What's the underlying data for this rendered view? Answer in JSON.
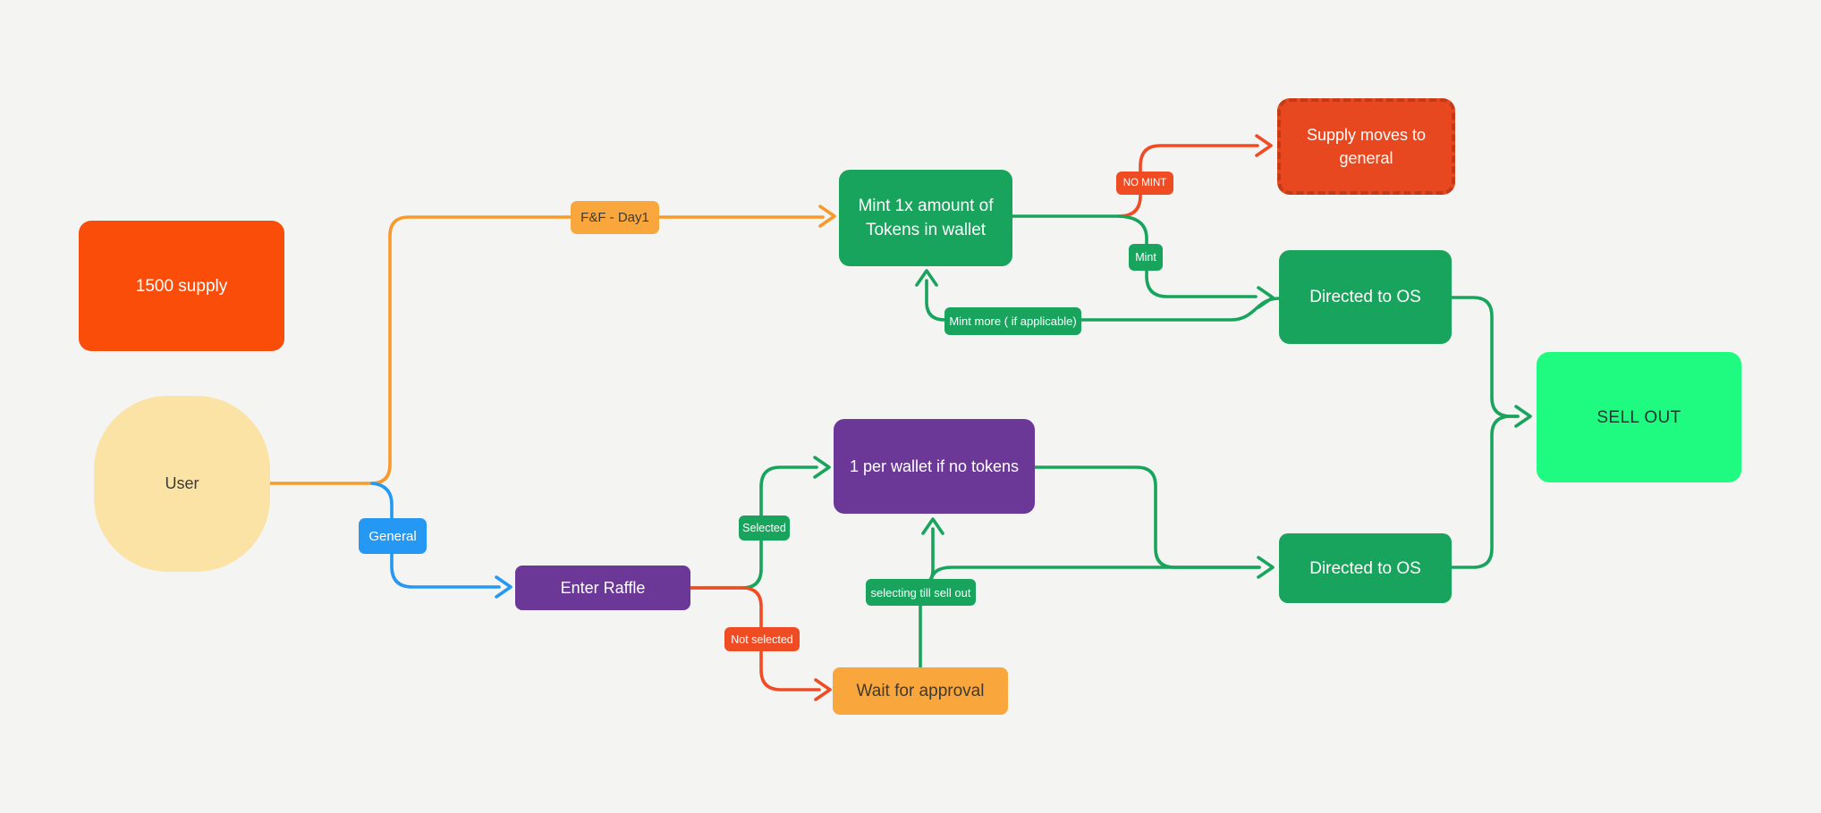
{
  "diagram": {
    "type": "flowchart",
    "background": "#F4F4F2"
  },
  "palette": {
    "background": "#F4F4F2",
    "orange_red": "#FB4D0A",
    "red": "#F04C24",
    "dashed_fill": "#E8481F",
    "dashed_border": "#C23A17",
    "amber": "#F9A63C",
    "orange_line": "#F8992B",
    "blue": "#2498F2",
    "green": "#18A45C",
    "bright_green": "#1FFA81",
    "purple": "#6B3897",
    "cream": "#FBE3A6",
    "text_dark": "#3E3A33",
    "text_light": "#FFFFFF",
    "sellout_text": "#1C3B2F"
  },
  "nodes": [
    {
      "id": "supply-1500",
      "label": "1500 supply",
      "shape": "rectangle",
      "color": "#FB4D0A"
    },
    {
      "id": "user",
      "label": "User",
      "shape": "circle",
      "color": "#FBE3A6"
    },
    {
      "id": "mint-1x",
      "label": "Mint 1x amount of Tokens in wallet",
      "shape": "rectangle",
      "color": "#18A45C"
    },
    {
      "id": "supply-moves-to-general",
      "label": "Supply moves to general",
      "shape": "rectangle-dashed",
      "color": "#E8481F"
    },
    {
      "id": "directed-to-os-top",
      "label": "Directed to OS",
      "shape": "rectangle",
      "color": "#18A45C"
    },
    {
      "id": "one-per-wallet",
      "label": "1 per wallet if no tokens",
      "shape": "rectangle",
      "color": "#6B3897"
    },
    {
      "id": "enter-raffle",
      "label": "Enter Raffle",
      "shape": "rectangle",
      "color": "#6B3897"
    },
    {
      "id": "wait-for-approval",
      "label": "Wait for approval",
      "shape": "rectangle",
      "color": "#F9A63C"
    },
    {
      "id": "directed-to-os-bottom",
      "label": "Directed to OS",
      "shape": "rectangle",
      "color": "#18A45C"
    },
    {
      "id": "sell-out",
      "label": "SELL OUT",
      "shape": "rectangle",
      "color": "#1FFA81"
    }
  ],
  "edges": [
    {
      "from": "user",
      "to": "mint-1x",
      "label": "F&F - Day1",
      "color": "orange"
    },
    {
      "from": "user",
      "to": "enter-raffle",
      "label": "General",
      "color": "blue"
    },
    {
      "from": "mint-1x",
      "to": "supply-moves-to-general",
      "label": "NO MINT",
      "color": "red"
    },
    {
      "from": "mint-1x",
      "to": "directed-to-os-top",
      "label": "Mint",
      "color": "green"
    },
    {
      "from": "directed-to-os-top",
      "to": "mint-1x",
      "label": "Mint more ( if applicable)",
      "color": "green"
    },
    {
      "from": "enter-raffle",
      "to": "one-per-wallet",
      "label": "Selected",
      "color": "green"
    },
    {
      "from": "enter-raffle",
      "to": "wait-for-approval",
      "label": "Not selected",
      "color": "red"
    },
    {
      "from": "wait-for-approval",
      "to": "one-per-wallet",
      "label": "selecting till sell out",
      "color": "green"
    },
    {
      "from": "one-per-wallet",
      "to": "directed-to-os-bottom",
      "label": "",
      "color": "green"
    },
    {
      "from": "directed-to-os-top",
      "to": "sell-out",
      "label": "",
      "color": "green"
    },
    {
      "from": "directed-to-os-bottom",
      "to": "sell-out",
      "label": "",
      "color": "green"
    }
  ]
}
